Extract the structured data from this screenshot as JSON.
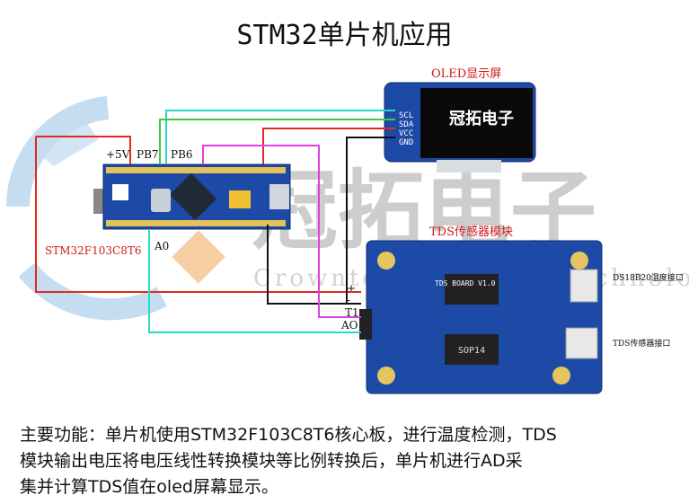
{
  "title": "STM32单片机应用",
  "watermark": {
    "brand": "冠拓电子",
    "english": "Crownto Electronic Technology"
  },
  "stm32": {
    "model": "STM32F103C8T6",
    "pin_5v": "+5V",
    "pin_pb7": "PB7",
    "pin_pb6": "PB6",
    "pin_a0": "A0"
  },
  "oled": {
    "title": "OLED显示屏",
    "pins": [
      "SCL",
      "SDA",
      "VCC",
      "GND"
    ],
    "logo": "冠拓电子"
  },
  "tds": {
    "title": "TDS传感器模块",
    "board": "TDS BOARD V1.0",
    "chip": "SOP14",
    "pins": [
      "+",
      "-",
      "T1",
      "AO"
    ],
    "ds_label": "DS18B20温度接口",
    "probe_label": "TDS传感器接口"
  },
  "description": [
    "主要功能：单片机使用STM32F103C8T6核心板，进行温度检测，TDS",
    "模块输出电压将电压线性转换模块等比例转换后，单片机进行AD采",
    "集并计算TDS值在oled屏幕显示。"
  ],
  "colors": {
    "wire_vcc": "#e02a1f",
    "wire_gnd": "#111111",
    "wire_scl": "#2ad8c8",
    "wire_sda": "#3acd3e",
    "wire_t1": "#e040e0",
    "board_blue": "#1c4aa6",
    "label_red": "#d01818"
  }
}
